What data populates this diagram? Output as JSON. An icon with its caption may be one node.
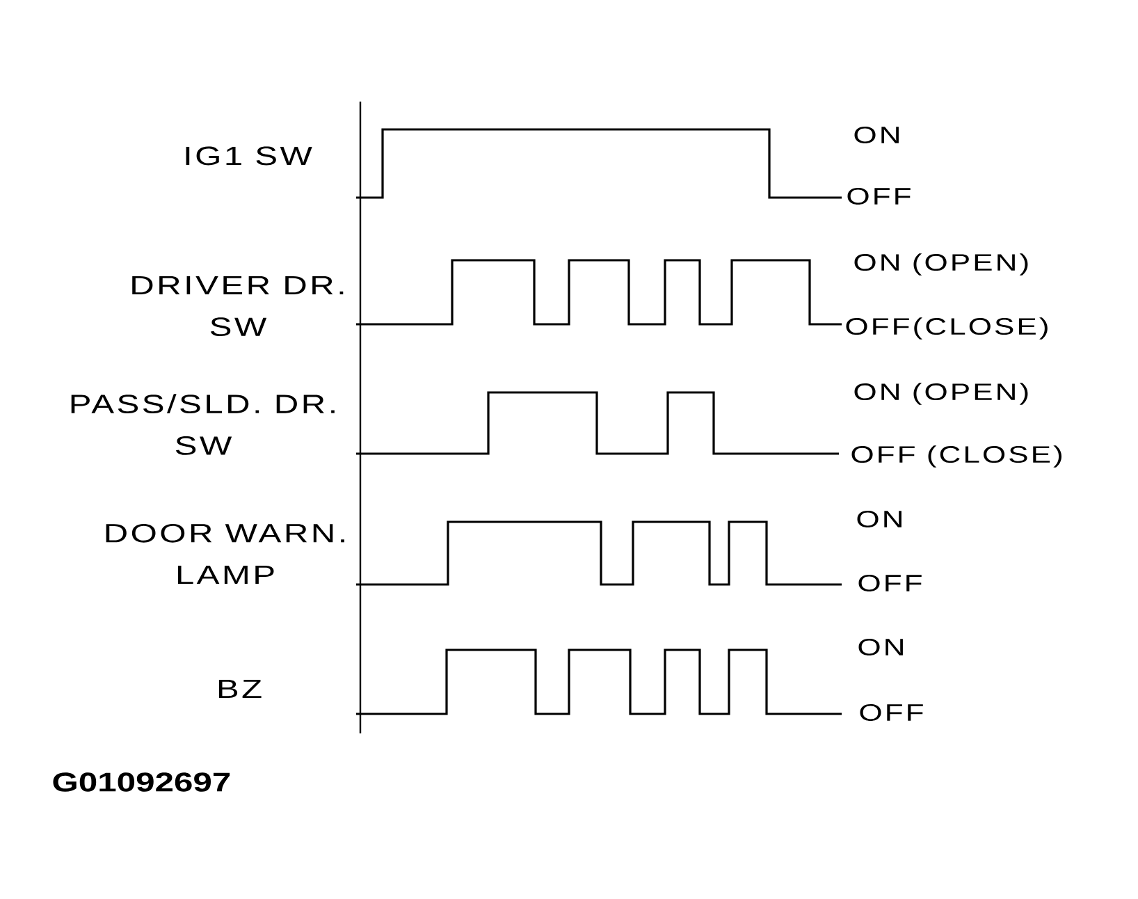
{
  "diagram": {
    "labels": [
      "IG1 SW",
      "ON",
      "OFF",
      "DRIVER DR. SW",
      "ON (OPEN)",
      "OFF(CLOSE)",
      "PASS/SLD. DR. SW",
      "ON (OPEN)",
      "OFF (CLOSE)",
      "DOOR WARN. LAMP",
      "ON",
      "OFF",
      "BZ",
      "ON",
      "OFF",
      "G01092697"
    ]
  }
}
